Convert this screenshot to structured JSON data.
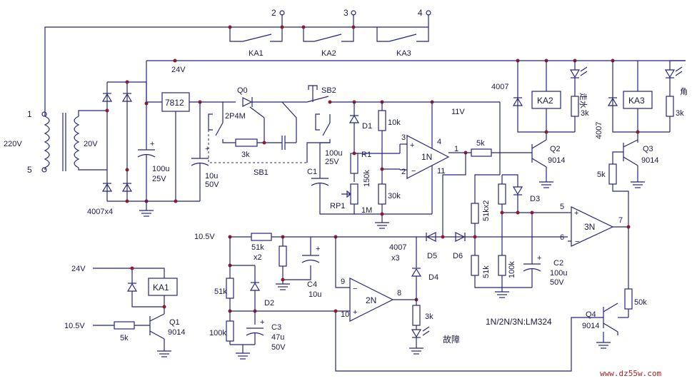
{
  "labels": {
    "term1": "1",
    "term2": "2",
    "term3": "3",
    "term4": "4",
    "term5": "5",
    "ka1_contact": "KA1",
    "ka2_contact": "KA2",
    "ka3_contact": "KA3",
    "v24_top": "24V",
    "v220": "220V",
    "v20": "20V",
    "bridge": "4007x4",
    "reg": "7812",
    "c_100u": "100u",
    "c_25v": "25V",
    "c_10u": "10u",
    "c_50v": "50V",
    "q0": "Q0",
    "q0_type": "2P4M",
    "r_3k_sb1": "3k",
    "sb1": "SB1",
    "sb2": "SB2",
    "v11": "11V",
    "d1": "D1",
    "r1": "R1",
    "r1_val": "150k",
    "c1": "C1",
    "c1_100u": "100u",
    "c1_25v": "25V",
    "rp1": "RP1",
    "rp1_val": "1M",
    "r10k": "10k",
    "r30k": "30k",
    "op1": "1N",
    "pin3": "3",
    "pin2": "2",
    "pin4": "4",
    "pin11": "11",
    "pin1": "1",
    "r5k_q2": "5k",
    "q2": "Q2",
    "q2_type": "9014",
    "v4007_left": "4007",
    "ka2_coil": "KA2",
    "r3k_ka2": "3k",
    "led_ka2_label": "走水",
    "v4007_rot": "4007",
    "ka3_coil": "KA3",
    "r3k_ka3": "3k",
    "led_ka3_label": "角",
    "q3": "Q3",
    "q3_type": "9014",
    "r5k_q3": "5k",
    "r51kx2_right": "51kx2",
    "d3": "D3",
    "op3": "3N",
    "pin5": "5",
    "pin6": "6",
    "pin7": "7",
    "r51k_right": "51k",
    "r100k_right": "100k",
    "c2": "C2",
    "c2_val": "100u",
    "c2_v": "50V",
    "v10_5": "10.5V",
    "r51k_x2": "51k",
    "x2": "x2",
    "c4": "C4",
    "c4_val": "10u",
    "d4007x3": "4007",
    "x3": "x3",
    "d5": "D5",
    "d6": "D6",
    "d4": "D4",
    "r51k_left": "51k",
    "d2": "D2",
    "r100k_left": "100k",
    "c3": "C3",
    "c3_val": "47u",
    "c3_v": "50V",
    "op2": "2N",
    "pin9": "9",
    "pin10": "10",
    "pin8": "8",
    "r3k_led": "3k",
    "fault": "故障",
    "opamp_note": "1N/2N/3N:LM324",
    "r50k": "50k",
    "q4": "Q4",
    "q4_type": "9014",
    "v24_bottom": "24V",
    "ka1_coil": "KA1",
    "v10_5_bottom": "10.5V",
    "r5k_q1": "5k",
    "q1": "Q1",
    "q1_type": "9014",
    "watermark": "www.dz55w.com"
  }
}
